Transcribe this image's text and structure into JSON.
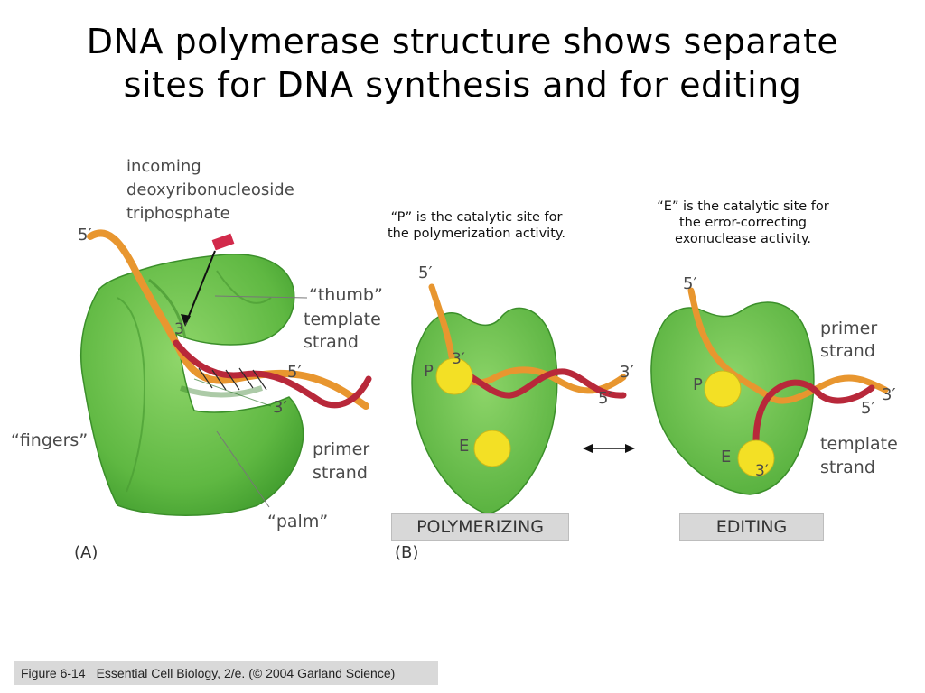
{
  "title": {
    "line1": "DNA polymerase structure shows separate",
    "line2": "sites for DNA synthesis and for editing"
  },
  "notes": {
    "p_site": [
      "“P” is the catalytic site for",
      "the polymerization activity."
    ],
    "e_site": [
      "“E” is the catalytic site for",
      "the error-correcting",
      "exonuclease activity."
    ]
  },
  "panel_a": {
    "incoming": [
      "incoming",
      "deoxyribonucleoside",
      "triphosphate"
    ],
    "five_prime_top": "5′",
    "three_prime_inner": "3′",
    "thumb": "“thumb”",
    "template_strand": [
      "template",
      "strand"
    ],
    "five_prime_right": "5′",
    "three_prime_right": "3′",
    "fingers": "“fingers”",
    "primer_strand": [
      "primer",
      "strand"
    ],
    "palm": "“palm”",
    "letter": "(A)"
  },
  "panel_b": {
    "five_prime_top": "5′",
    "p": "P",
    "three_prime_p": "3′",
    "three_prime_right": "3′",
    "five_prime_right": "5′",
    "e": "E",
    "mode": "POLYMERIZING",
    "letter": "(B)"
  },
  "panel_c": {
    "five_prime_top": "5′",
    "primer_strand": [
      "primer",
      "strand"
    ],
    "p": "P",
    "three_prime_right": "3′",
    "five_prime_right": "5′",
    "e": "E",
    "three_prime_e": "3′",
    "template_strand": [
      "template",
      "strand"
    ],
    "mode": "EDITING"
  },
  "caption": {
    "figure": "Figure 6-14",
    "source": "Essential Cell Biology, 2/e. (© 2004 Garland Science)"
  },
  "colors": {
    "protein": "#6cc24a",
    "protein_dark": "#3f9a2c",
    "strand_orange": "#e8962f",
    "strand_red": "#b8283a",
    "site_yellow": "#f3e025"
  }
}
